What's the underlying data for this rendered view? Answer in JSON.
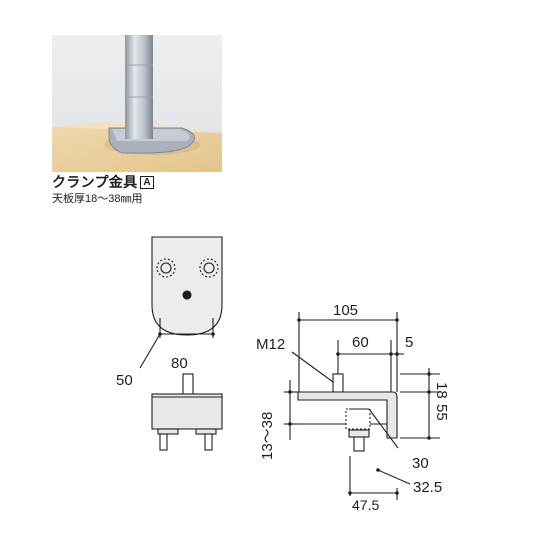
{
  "product": {
    "title": "クランプ金具",
    "badge": "A",
    "subtitle": "天板厚18〜38㎜用"
  },
  "dimensions": {
    "front_width": "50",
    "front_height": "80",
    "side_length": "105",
    "thread": "M12",
    "bolt_offset": "60",
    "gap": "5",
    "top_thickness": "18",
    "clamp_range": "13〜38",
    "clamp_depth": "55",
    "pad_dia": "30",
    "pad_offset": "32.5",
    "screw_pos": "47.5"
  },
  "colors": {
    "line": "#1e1e1e",
    "fill": "#e8e8e8",
    "table": "#e9cf9c",
    "wall": "#e6e9ea",
    "metal": "#b5bdc6"
  }
}
